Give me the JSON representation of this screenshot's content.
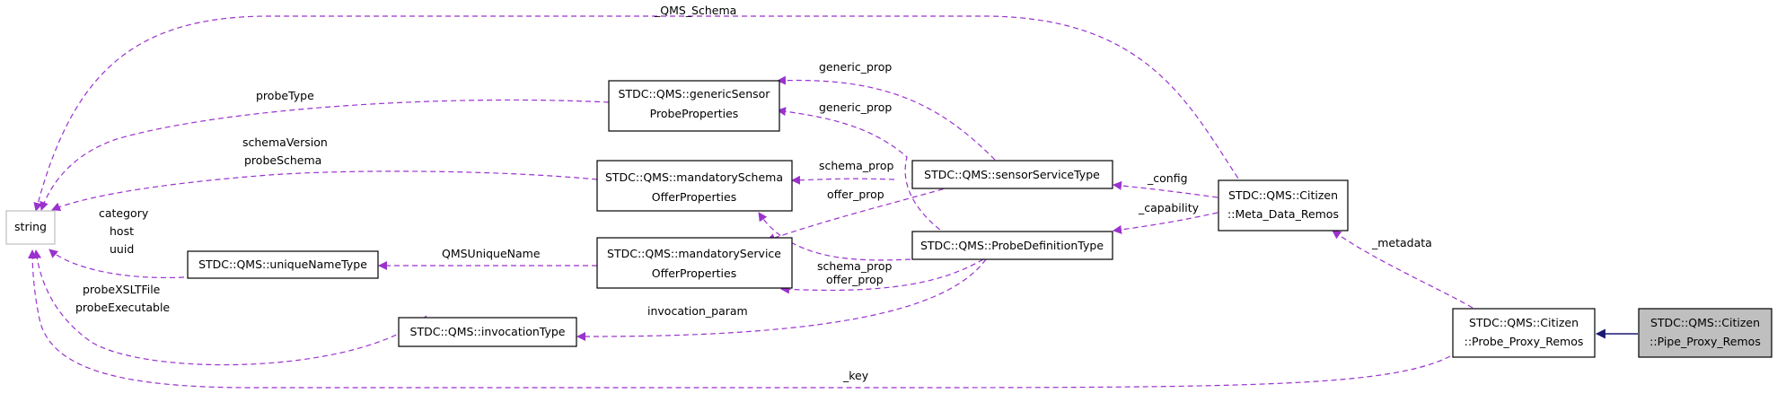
{
  "colors": {
    "dependency_edge": "#9a32cd",
    "inheritance_edge": "#191970",
    "highlight_fill": "#bfbfbf"
  },
  "nodes": {
    "string": "string",
    "generic_sensor": [
      "STDC::QMS::genericSensor",
      "ProbeProperties"
    ],
    "mandatory_schema": [
      "STDC::QMS::mandatorySchema",
      "OfferProperties"
    ],
    "mandatory_service": [
      "STDC::QMS::mandatoryService",
      "OfferProperties"
    ],
    "unique_name_type": "STDC::QMS::uniqueNameType",
    "invocation_type": "STDC::QMS::invocationType",
    "sensor_service_type": "STDC::QMS::sensorServiceType",
    "probe_definition_type": "STDC::QMS::ProbeDefinitionType",
    "meta_data_remos": [
      "STDC::QMS::Citizen",
      "::Meta_Data_Remos"
    ],
    "probe_proxy_remos": [
      "STDC::QMS::Citizen",
      "::Probe_Proxy_Remos"
    ],
    "pipe_proxy_remos": [
      "STDC::QMS::Citizen",
      "::Pipe_Proxy_Remos"
    ]
  },
  "edge_labels": {
    "qms_schema": "_QMS_Schema",
    "probe_type": "probeType",
    "schema_version": "schemaVersion",
    "probe_schema": "probeSchema",
    "category": "category",
    "host": "host",
    "uuid": "uuid",
    "probe_xslt_file": "probeXSLTFile",
    "probe_executable": "probeExecutable",
    "key": "_key",
    "generic_prop_1": "generic_prop",
    "generic_prop_2": "generic_prop",
    "schema_prop_1": "schema_prop",
    "schema_prop_2": "schema_prop",
    "offer_prop_1": "offer_prop",
    "offer_prop_2": "offer_prop",
    "qms_unique_name": "QMSUniqueName",
    "invocation_param": "invocation_param",
    "config": "_config",
    "capability": "_capability",
    "metadata": "_metadata"
  }
}
